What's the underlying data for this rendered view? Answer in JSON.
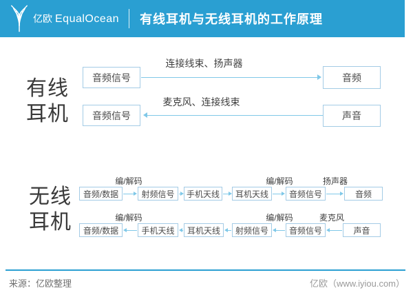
{
  "header": {
    "brand_cn": "亿欧",
    "brand_en": "EqualOcean",
    "title": "有线耳机与无线耳机的工作原理"
  },
  "colors": {
    "header_bg": "#2A9FD2",
    "box_border": "#A3CBE5",
    "arrow": "#7FC8E8",
    "label_text": "#3F3F3F",
    "box_text": "#4A4A4A",
    "footer_source": "#6F6F6F",
    "footer_site": "#9A9A9A"
  },
  "wired": {
    "label_line1": "有线",
    "label_line2": "耳机",
    "rows": [
      {
        "from": "音频信号",
        "arrow_label": "连接线束、扬声器",
        "to": "音频",
        "direction": "right"
      },
      {
        "from": "音频信号",
        "arrow_label": "麦克风、连接线束",
        "to": "声音",
        "direction": "left"
      }
    ]
  },
  "wireless": {
    "label_line1": "无线",
    "label_line2": "耳机",
    "rows": [
      {
        "direction": "right",
        "boxes": [
          "音频/数据",
          "射频信号",
          "手机天线",
          "耳机天线",
          "音频信号",
          "音频"
        ],
        "arrow_labels": [
          "编/解码",
          "编/解码",
          "扬声器"
        ]
      },
      {
        "direction": "left",
        "boxes": [
          "音频/数据",
          "手机天线",
          "耳机天线",
          "射频信号",
          "音频信号",
          "声音"
        ],
        "arrow_labels": [
          "编/解码",
          "编/解码",
          "麦克风"
        ]
      }
    ]
  },
  "footer": {
    "source": "来源：亿欧整理",
    "site": "亿欧（www.iyiou.com）"
  }
}
